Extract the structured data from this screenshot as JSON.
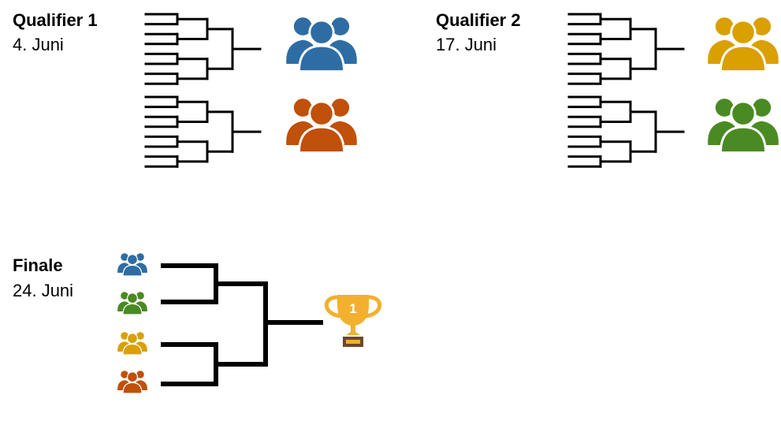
{
  "stages": [
    {
      "id": "q1",
      "title": "Qualifier 1",
      "date": "4. Juni"
    },
    {
      "id": "q2",
      "title": "Qualifier 2",
      "date": "17. Juni"
    },
    {
      "id": "final",
      "title": "Finale",
      "date": "24. Juni"
    }
  ],
  "team_colors": {
    "blue": "#2e6da4",
    "orange": "#c0500a",
    "yellow": "#d9a000",
    "green": "#4a8a22"
  },
  "qualifier_1_winners": [
    "blue",
    "orange"
  ],
  "qualifier_2_winners": [
    "yellow",
    "green"
  ],
  "final_teams_order": [
    "blue",
    "green",
    "yellow",
    "orange"
  ],
  "trophy": {
    "icon": "trophy-icon",
    "rank_label": "1",
    "color": "#f2b02e"
  }
}
